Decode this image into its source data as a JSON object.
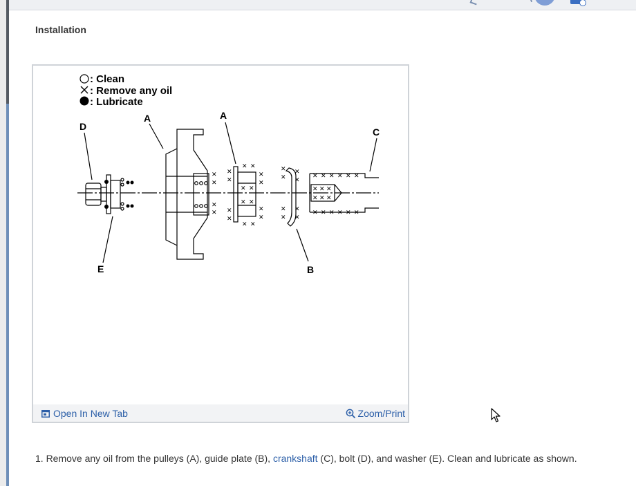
{
  "section": {
    "title": "Installation"
  },
  "figure": {
    "legend": {
      "clean_label": ": Clean",
      "remove_oil_label": ": Remove any oil",
      "lubricate_label": ": Lubricate"
    },
    "callouts": {
      "pulley_left": "A",
      "pulley_right": "A",
      "guide_plate": "B",
      "crankshaft": "C",
      "bolt": "D",
      "washer": "E"
    },
    "open_tab_label": "Open In New Tab",
    "zoom_label": "Zoom/Print"
  },
  "step": {
    "text_before": "1. Remove any oil from the pulleys (A), guide plate (B), ",
    "link_text": "crankshaft",
    "text_after": " (C), bolt (D), and washer (E). Clean and lubricate as shown."
  },
  "icons": {
    "open_tab": "open-new-tab-icon",
    "zoom": "zoom-in-icon",
    "cursor": "mouse-pointer-icon"
  },
  "colors": {
    "link": "#2c5fa8",
    "footer_bg": "#f2f3f5"
  }
}
